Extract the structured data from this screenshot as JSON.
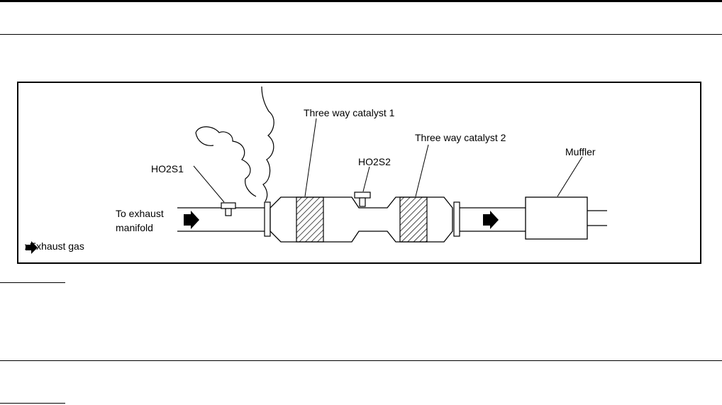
{
  "diagram": {
    "labels": {
      "catalyst1": "Three way catalyst 1",
      "catalyst2": "Three way catalyst 2",
      "muffler": "Muffler",
      "ho2s1": "HO2S1",
      "ho2s2": "HO2S2",
      "to_exhaust_line1": "To exhaust",
      "to_exhaust_line2": "manifold"
    },
    "legend": {
      "text": ": Exhaust gas",
      "icon": "arrow-right-icon"
    }
  }
}
